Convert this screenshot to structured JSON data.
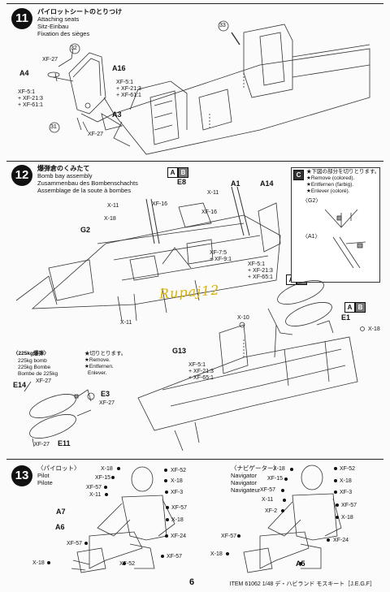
{
  "steps": {
    "s11": {
      "number": "11",
      "title_jp": "パイロットシートのとりつけ",
      "title_en": "Attaching seats",
      "title_de": "Sitz-Einbau",
      "title_fr": "Fixation des sièges",
      "labels": {
        "p33": "33",
        "p32": "32",
        "p31": "31",
        "a4": "A4",
        "a16": "A16",
        "a3": "A3",
        "xf27a": "XF-27",
        "xf27b": "XF-27",
        "mixL": "XF-5:1\n+ XF-21:3\n+ XF-61:1",
        "mixR": "XF-5:1\n+ XF-21:3\n+ XF-61:1"
      }
    },
    "s12": {
      "number": "12",
      "title_jp": "爆弾倉のくみたて",
      "title_en": "Bomb bay assembly",
      "title_de": "Zusammenbau des Bombenschachts",
      "title_fr": "Assemblage de la soute à bombes",
      "labels": {
        "e8": "E8",
        "a1": "A1",
        "a14": "A14",
        "g2": "G2",
        "g13": "G13",
        "e1": "E1",
        "x11a": "X-11",
        "x18a": "X-18",
        "xf16a": "XF-16",
        "x11b": "X-11",
        "xf16b": "XF-16",
        "xf75": "XF-7:5\n+ XF-9:1",
        "mixA": "XF-5:1\n+ XF-21:3\n+ XF-65:1",
        "x11c": "X-11",
        "x10": "X-10",
        "x18b": "X-18",
        "mixB": "XF-5:1\n+ XF-21:3\n+ XF-65:1"
      },
      "callout_c": {
        "letter": "C",
        "jp": "★下図の部分を切りとります。",
        "l1": "★Remove (colored).",
        "l2": "★Entfernen (farbig).",
        "l3": "★Enlever (coloré).",
        "g2": "〈G2〉",
        "a1": "〈A1〉"
      },
      "bomb": {
        "title_jp": "〈225kg爆弾〉",
        "en": "225kg bomb",
        "de": "225kg Bombe",
        "fr": "Bombe de 225kg",
        "cut_jp": "★切りとります。",
        "cut_en": "★Remove.",
        "cut_de": "★Entfernen.",
        "cut_fr": "Enlever.",
        "e14": "E14",
        "e3": "E3",
        "e11": "E11",
        "xf27a": "XF-27",
        "xf27b": "XF-27",
        "xf27c": "XF-27"
      },
      "tags": {
        "a": "A",
        "b": "B"
      }
    },
    "s13": {
      "number": "13",
      "pilot_jp": "〈パイロット〉",
      "pilot_en": "Pilot",
      "pilot_fr": "Pilote",
      "nav_jp": "〈ナビゲーター〉",
      "nav_en": "Navigator",
      "nav_de": "Navigator",
      "nav_fr": "Navigateur",
      "left": {
        "x18a": "X-18",
        "xf15": "XF-15",
        "xf57a": "XF-57",
        "x11": "X-11",
        "a7": "A7",
        "a6": "A6",
        "xf57b": "XF-57",
        "x18b": "X-18",
        "xf52a": "XF-52",
        "x18c": "X-18",
        "xf3": "XF-3",
        "xf57c": "XF-57",
        "x18d": "X-18",
        "xf24": "XF-24",
        "xf57d": "XF-57",
        "xf52b": "XF-52"
      },
      "right": {
        "x18a": "X-18",
        "xf15": "XF-15",
        "xf57a": "XF-57",
        "x11": "X-11",
        "xf2": "XF-2",
        "xf57b": "XF-57",
        "x18b": "X-18",
        "a5": "A5",
        "xf52a": "XF-52",
        "x18c": "X-18",
        "xf3": "XF-3",
        "xf57c": "XF-57",
        "x18d": "X-18",
        "xf24": "XF-24"
      }
    }
  },
  "watermark": "Rupaj12",
  "footer": {
    "page": "6",
    "item": "ITEM 61062  1/48 デ・ハビランド モスキート［J.E.G.F］"
  }
}
